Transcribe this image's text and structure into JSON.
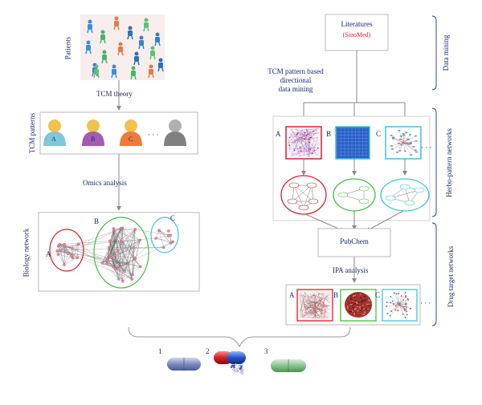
{
  "left": {
    "patients_label": "Patients",
    "tcm_theory": "TCM theory",
    "tcm_patterns_label": "TCM patterns",
    "pattern_letters": [
      "A",
      "B",
      "C"
    ],
    "ellipsis": "· · ·",
    "omics_analysis": "Omics analysis",
    "biology_network_label": "Biology network",
    "network_letters": [
      "A",
      "B",
      "C"
    ]
  },
  "right": {
    "literatures_title": "Literatures",
    "literatures_source": "(SinoMed)",
    "tcm_mining_label": [
      "TCM pattern based",
      "directional",
      "data mining"
    ],
    "data_mining_label": "Data mining",
    "herbo_label": "Herbo-pattern networks",
    "herbo_letters": [
      "A",
      "B",
      "C"
    ],
    "pubchem": "PubChem",
    "ipa_analysis": "IPA analysis",
    "drug_target_label": "Drug target networks",
    "drug_letters": [
      "A",
      "B",
      "C"
    ],
    "ellipsis": "· · ·"
  },
  "pills": {
    "numbers": [
      "1",
      "2",
      "3"
    ]
  },
  "colors": {
    "text": "#1a2a6c",
    "red": "#d9232e",
    "green": "#3fc13f",
    "cyan": "#3ec3e0",
    "box_border": "#b8b8b8",
    "bracket": "#3a4a8c"
  }
}
